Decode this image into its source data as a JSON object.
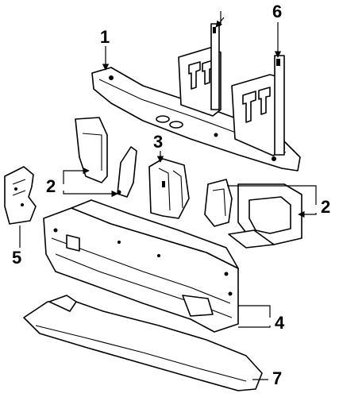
{
  "callouts": {
    "c1": "1",
    "c2a": "2",
    "c2b": "2",
    "c3": "3",
    "c4": "4",
    "c5": "5",
    "c6": "6",
    "c7": "7"
  },
  "colors": {
    "line": "#000000",
    "paper": "#ffffff"
  }
}
